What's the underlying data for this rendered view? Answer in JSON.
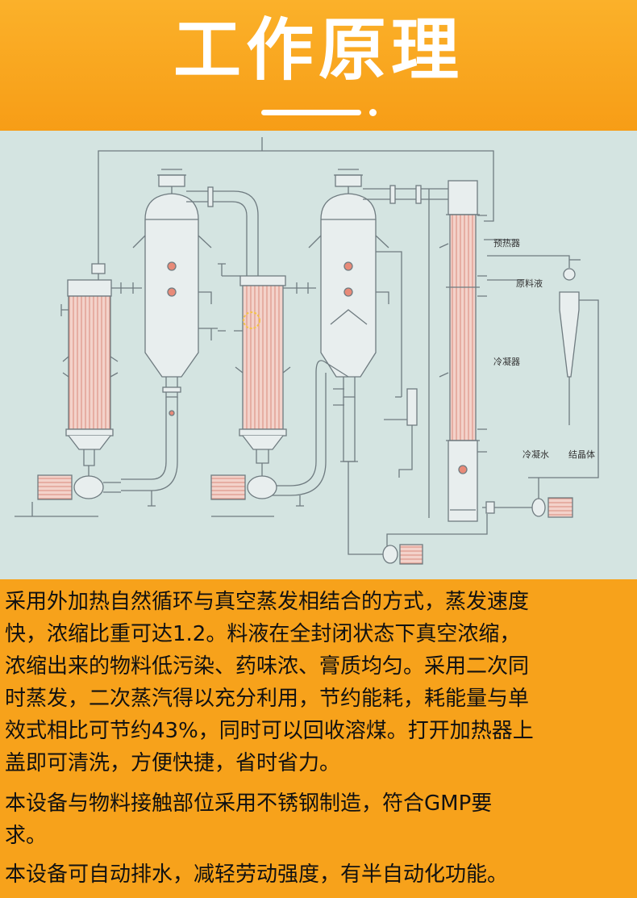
{
  "header": {
    "title": "工作原理"
  },
  "diagram": {
    "labels": {
      "preheater": "预热器",
      "raw_liquid": "原料液",
      "condenser": "冷凝器",
      "condensate": "冷凝水",
      "crystal": "结晶体"
    },
    "colors": {
      "background": "#d4e4e1",
      "line": "#6f7b80",
      "coil": "#e8a79a"
    }
  },
  "description": {
    "lines": [
      "采用外加热自然循环与真空蒸发相结合的方式，蒸发速度",
      "快，浓缩比重可达1.2。料液在全封闭状态下真空浓缩，",
      "浓缩出来的物料低污染、药味浓、膏质均匀。采用二次同",
      "时蒸发，二次蒸汽得以充分利用，节约能耗，耗能量与单",
      "效式相比可节约43%，同时可以回收溶煤。打开加热器上",
      "盖即可清洗，方便快捷，省时省力。",
      "本设备与物料接触部位采用不锈钢制造，符合GMP要",
      "求。",
      "本设备可自动排水，减轻劳动强度，有半自动化功能。"
    ]
  }
}
